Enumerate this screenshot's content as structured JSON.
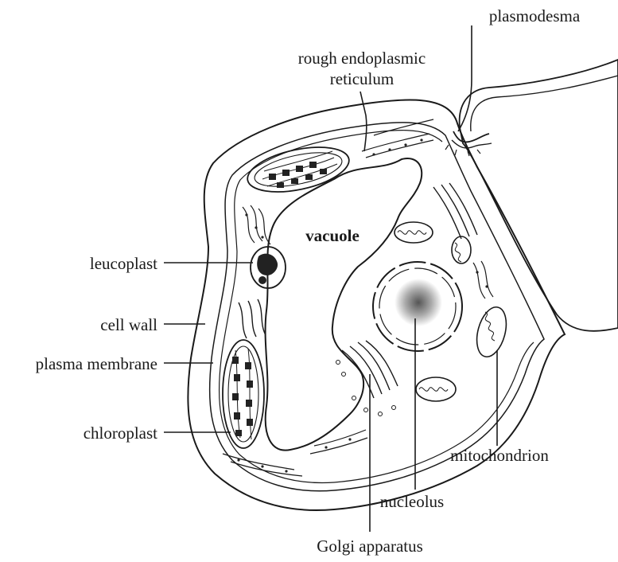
{
  "labels": {
    "plasmodesma": "plasmodesma",
    "rer_line1": "rough endoplasmic",
    "rer_line2": "reticulum",
    "vacuole": "vacuole",
    "leucoplast": "leucoplast",
    "cell_wall": "cell wall",
    "plasma_membrane": "plasma membrane",
    "chloroplast": "chloroplast",
    "mitochondrion": "mitochondrion",
    "nucleolus": "nucleolus",
    "golgi": "Golgi apparatus"
  }
}
